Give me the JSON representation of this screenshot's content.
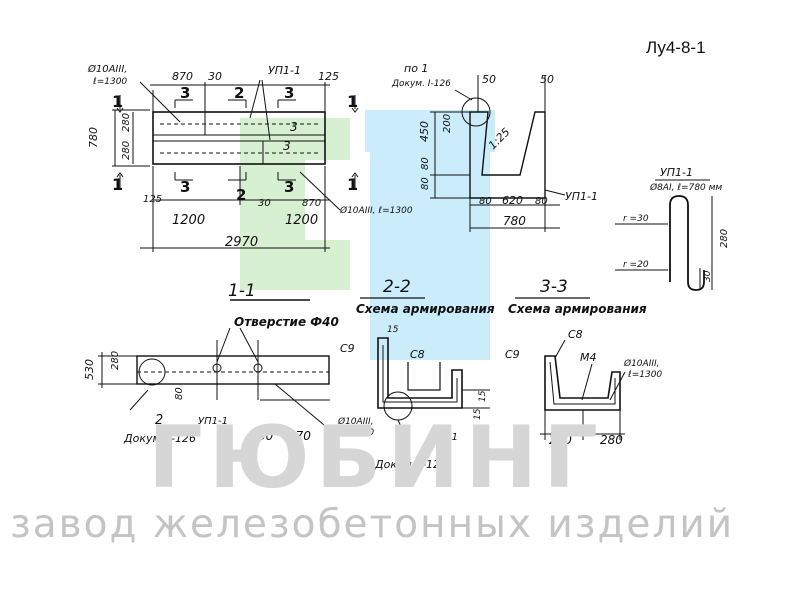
{
  "drawing_code": "Лу4-8-1",
  "watermark": {
    "brand": "ГЮБИНГ",
    "tagline": "завод железобетонных изделий"
  },
  "plan": {
    "dims_top": [
      "870",
      "30",
      "125"
    ],
    "rebar_top": "Ø10АIII,",
    "rebar_top_len": "ℓ=1300",
    "up_label": "УП1-1",
    "dims_left": [
      "780",
      "280",
      "280"
    ],
    "dims_bottom": [
      "125",
      "1200",
      "30",
      "1200",
      "870",
      "2970"
    ],
    "rebar_bottom": "Ø10АIII, ℓ=1300",
    "cuts": [
      "1",
      "2",
      "3"
    ],
    "marks": [
      "3",
      "3"
    ]
  },
  "side_view": {
    "pos_label": "по 1",
    "ref": "Докум. I-126",
    "dims_top": [
      "50",
      "50"
    ],
    "dims_left": [
      "450",
      "200",
      "80",
      "80"
    ],
    "slope": "1:25",
    "dims_bottom": [
      "80",
      "620",
      "80",
      "780"
    ],
    "up_label": "УП1-1"
  },
  "clip": {
    "title": "УП1-1",
    "spec": "Ø8АI, ℓ=780 мм",
    "r1": "r =30",
    "r2": "r =20",
    "dim_h": "280",
    "dim_s": "30"
  },
  "section_1": {
    "title": "1-1",
    "hole": "Отверстие Ф40",
    "dims_left": [
      "530",
      "280"
    ],
    "dim_80": "80",
    "pos": "2",
    "ref": "Докум. I-126",
    "up_label": "УП1-1",
    "dims_bottom": [
      "30",
      "870"
    ],
    "rebar": "Ø10АIII,",
    "rebar_len": "ℓ=1300"
  },
  "section_2": {
    "title": "2-2",
    "subtitle": "Схема армирования",
    "c9": "С9",
    "c8": "С8",
    "d15a": "15",
    "d15b": "15",
    "d15c": "15",
    "pos": "4",
    "ref": "Докум. I-126",
    "up_label": "УП1-1"
  },
  "section_3": {
    "title": "3-3",
    "subtitle": "Схема армирования",
    "c8": "С8",
    "c9": "С9",
    "m4": "М4",
    "rebar": "Ø10АIII,",
    "rebar_len": "ℓ=1300",
    "dims_bottom": [
      "280",
      "280"
    ]
  }
}
